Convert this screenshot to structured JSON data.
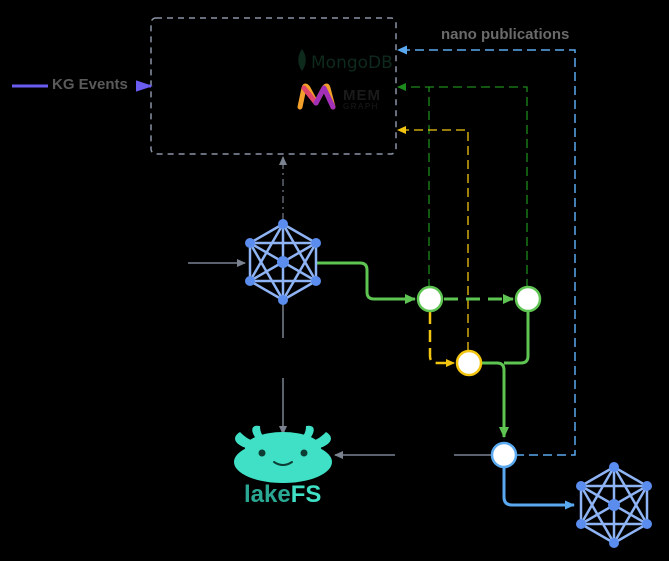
{
  "labels": {
    "kg_events": "KG Events",
    "nano_publications": "nano publications"
  },
  "logos": {
    "mongodb": "MongoDB",
    "memgraph_main": "MEM",
    "memgraph_sub": "GRAPH",
    "lakefs_part1": "lake",
    "lakefs_part2": "FS"
  },
  "icons": [
    "network-icon",
    "network-icon",
    "lakefs-axolotl-icon",
    "mongodb-leaf-icon",
    "memgraph-icon"
  ],
  "colors": {
    "background": "#000000",
    "green": "#5ec452",
    "dark_green": "#1d8a1d",
    "yellow": "#f2c511",
    "blue": "#5aa9f0",
    "purple": "#6a5cf0",
    "gray": "#7b8391",
    "node_blue": "#5b8def",
    "lakefs_teal": "#3fe0c5"
  }
}
